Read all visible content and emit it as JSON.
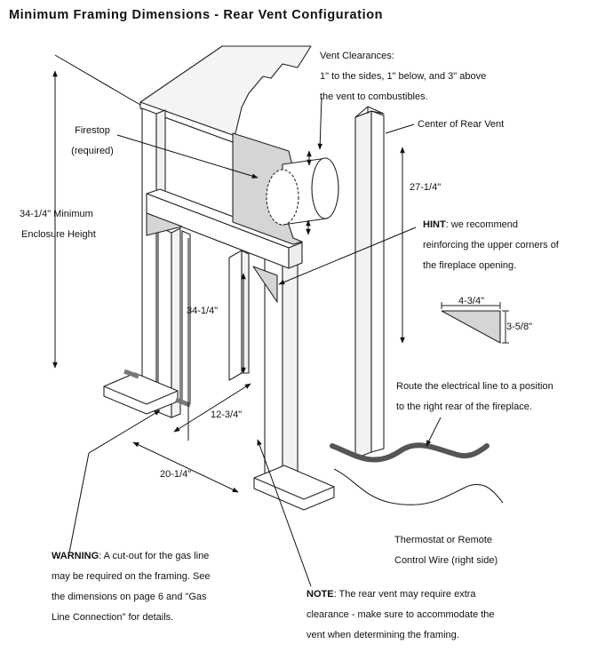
{
  "title": "Minimum  Framing  Dimensions  -  Rear  Vent  Configuration",
  "labels": {
    "vent_clearances": [
      "Vent Clearances:",
      "1\" to the sides, 1\"  below, and   3\" above",
      "the vent to combustibles."
    ],
    "center_rear_vent": "Center of Rear Vent",
    "firestop": [
      "Firestop",
      "(required)"
    ],
    "enclosure_height": [
      "34-1/4\"  Minimum",
      "Enclosure Height"
    ],
    "dim_vent_height": "27-1/4\"",
    "hint_keyword": "HINT",
    "hint_text": [
      ": we recommend",
      "reinforcing the upper corners of",
      "the fireplace opening."
    ],
    "corner_width": "4-3/4\"",
    "corner_height": "3-5/8\"",
    "dim_opening_height": "34-1/4\"",
    "electrical": [
      "Route the electrical line to a position",
      "to the right rear of the fireplace."
    ],
    "dim_depth": "12-3/4\"",
    "dim_width": "20-1/4\"",
    "thermostat": [
      "Thermostat or Remote",
      "Control Wire (right side)"
    ],
    "warning_keyword": "WARNING",
    "warning_text": [
      ": A cut-out for the gas line",
      "may be required on the framing.  See",
      "the dimensions on page 6 and \"Gas",
      "Line Connection\" for details."
    ],
    "note_keyword": "NOTE",
    "note_text": [
      ": The rear vent may require extra",
      "clearance - make sure to accommodate the",
      "vent when determining the framing."
    ]
  }
}
